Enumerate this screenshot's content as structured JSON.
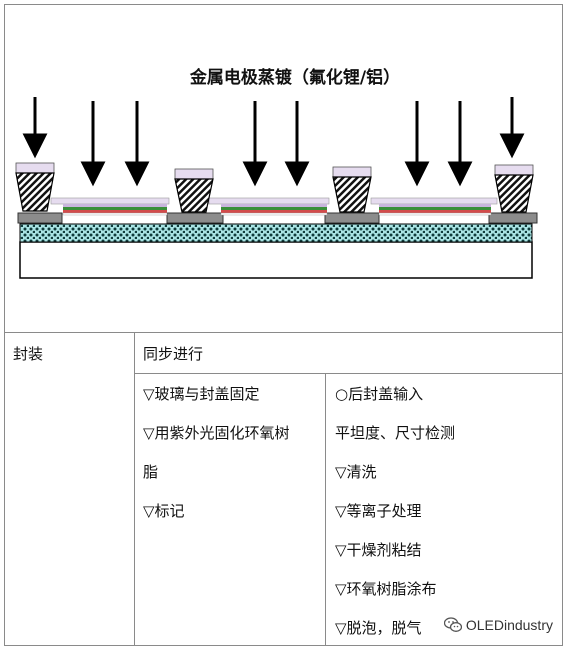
{
  "diagram": {
    "title": "金属电极蒸镀（氟化锂/铝）"
  },
  "table": {
    "row_label": "封装",
    "header": "同步进行",
    "left_items": [
      "▽玻璃与封盖固定",
      "▽用紫外光固化环氧树",
      "脂",
      "▽标记"
    ],
    "right_items": [
      "○后封盖输入",
      "平坦度、尺寸检测",
      "▽清洗",
      "▽等离子处理",
      "▽干燥剂粘结",
      "▽环氧树脂涂布",
      "▽脱泡，脱气"
    ]
  },
  "watermark": {
    "text": "OLEDindustry",
    "icon": "wechat-icon"
  },
  "colors": {
    "substrate_dots": "#2ec4c4",
    "film_purple": "#c9b5dc",
    "film_green": "#3a8f3a",
    "film_red": "#d24b4b",
    "mask_gray": "#8c8c8c",
    "border": "#8a8a8a"
  }
}
